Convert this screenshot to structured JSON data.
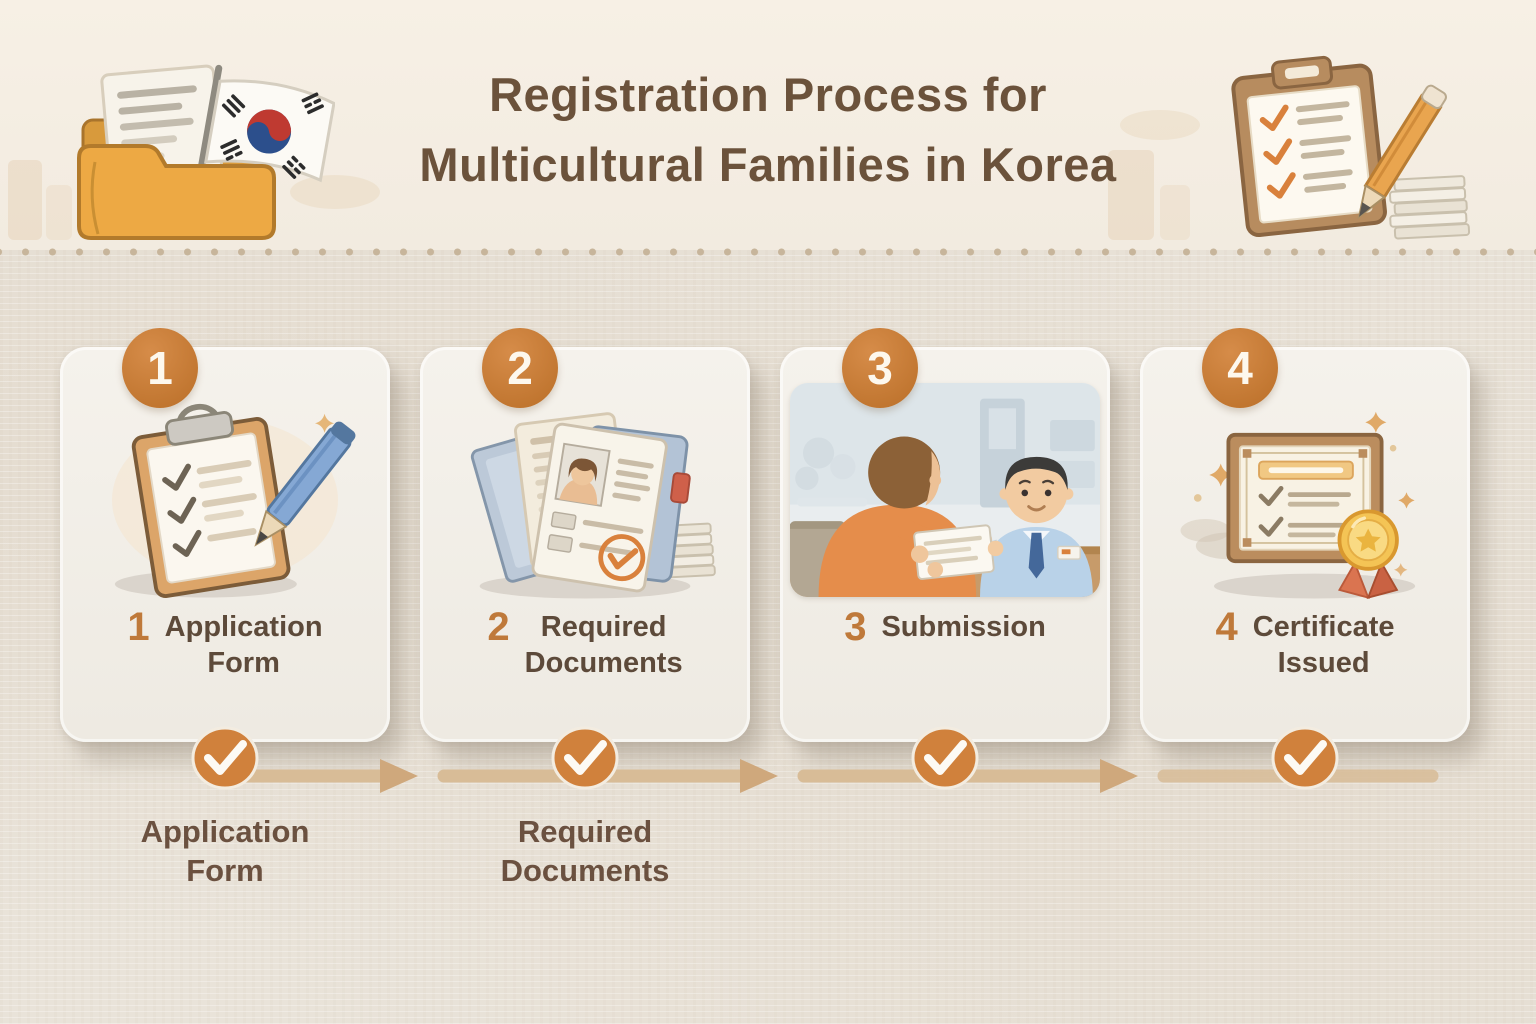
{
  "title": {
    "line1": "Registration Process for",
    "line2": "Multicultural Families in Korea"
  },
  "header_icons": {
    "left": "folder-documents-korean-flag-icon",
    "right": "clipboard-checklist-pencil-papers-icon"
  },
  "steps": [
    {
      "number": "1",
      "label_lines": [
        "Application",
        "Form"
      ],
      "icon": "clipboard-checklist-pen-illustration"
    },
    {
      "number": "2",
      "label_lines": [
        "Required",
        "Documents"
      ],
      "icon": "documents-id-card-stamp-illustration"
    },
    {
      "number": "3",
      "label_lines": [
        "Submission"
      ],
      "icon": "counter-submission-scene-illustration"
    },
    {
      "number": "4",
      "label_lines": [
        "Certificate",
        "Issued"
      ],
      "icon": "certificate-gold-medal-illustration"
    }
  ],
  "timeline": {
    "checkpoints": [
      {
        "check": "✓",
        "label_lines": [
          "Application",
          "Form"
        ]
      },
      {
        "check": "✓",
        "label_lines": [
          "Required",
          "Documents"
        ]
      },
      {
        "check": "✓",
        "label_lines": []
      },
      {
        "check": "✓",
        "label_lines": []
      }
    ]
  },
  "colors": {
    "accent_orange": "#c9803d",
    "check_circle_orange": "#d0813c",
    "arrow_tan": "#d5b690",
    "title_brown": "#6b523b",
    "text_brown": "#5d4a3a",
    "number_orange": "#bf793a",
    "page_background": "#e9e3d9",
    "header_background": "#f5eee3",
    "card_background": "#f3f0ea"
  }
}
